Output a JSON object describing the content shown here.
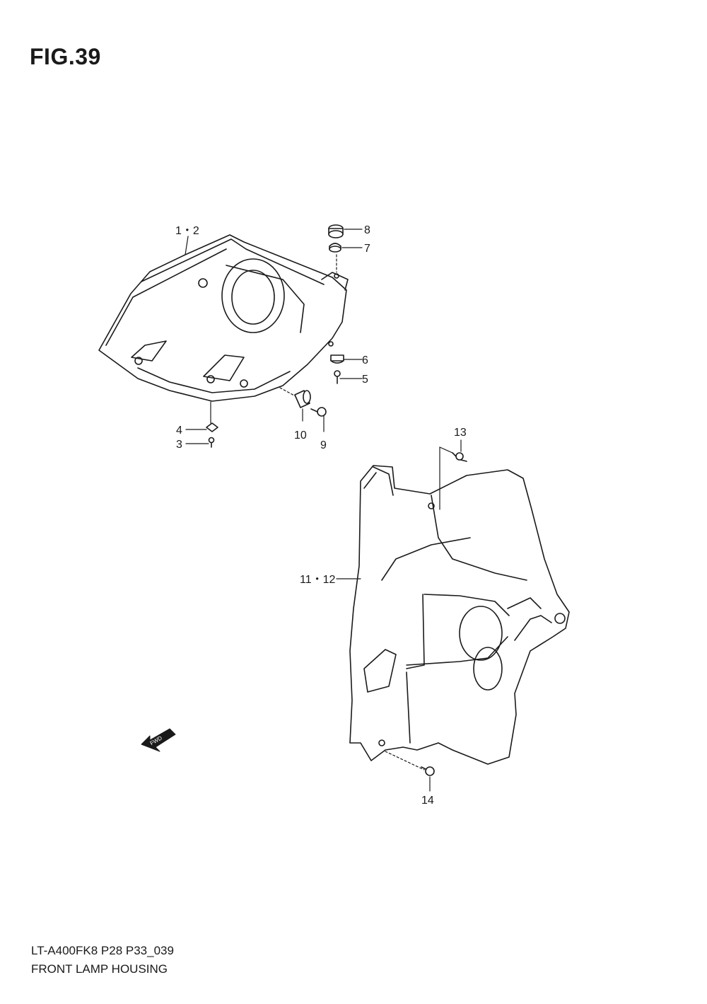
{
  "figure": {
    "title": "FIG.39"
  },
  "callouts": {
    "c1_2": "1・2",
    "c3": "3",
    "c4": "4",
    "c5": "5",
    "c6": "6",
    "c7": "7",
    "c8": "8",
    "c9": "9",
    "c10": "10",
    "c11_12": "11・12",
    "c13": "13",
    "c14": "14"
  },
  "fwd_arrow": {
    "label": "FWD"
  },
  "footer": {
    "model_code": "LT-A400FK8 P28 P33_039",
    "figure_name": "FRONT LAMP HOUSING"
  }
}
